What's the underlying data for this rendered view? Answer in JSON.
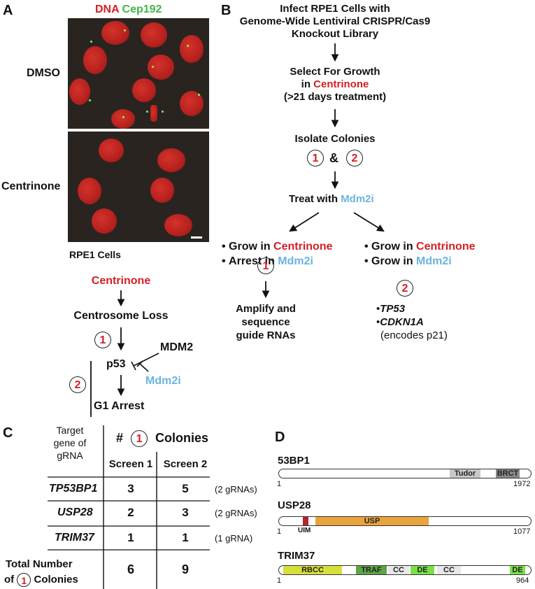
{
  "panel_a": {
    "letter": "A",
    "legend_dna": "DNA",
    "legend_cep192": "Cep192",
    "row_dmso": "DMSO",
    "row_centrinone": "Centrinone",
    "caption": "RPE1 Cells",
    "pathway": {
      "centrinone": "Centrinone",
      "centrosome_loss": "Centrosome Loss",
      "step1": "1",
      "p53": "p53",
      "mdm2": "MDM2",
      "mdm2i": "Mdm2i",
      "step2": "2",
      "g1_arrest": "G1 Arrest"
    }
  },
  "panel_b": {
    "letter": "B",
    "step_infect_1": "Infect RPE1 Cells with",
    "step_infect_2": "Genome-Wide Lentiviral CRISPR/Cas9",
    "step_infect_3": "Knockout Library",
    "step_select_1": "Select For Growth",
    "step_select_2a": "in ",
    "step_select_2b": "Centrinone",
    "step_select_3": "(>21 days treatment)",
    "step_isolate": "Isolate Colonies",
    "colony1": "1",
    "amp": "&",
    "colony2": "2",
    "treat_a": "Treat with ",
    "treat_b": "Mdm2i",
    "left_1a": "Grow in ",
    "left_1b": "Centrinone",
    "left_2a": "Arrest in ",
    "left_2b": "Mdm2i",
    "left_circle": "1",
    "left_out_1": "Amplify and",
    "left_out_2": "sequence",
    "left_out_3": "guide RNAs",
    "right_1a": "Grow in ",
    "right_1b": "Centrinone",
    "right_2a": "Grow in ",
    "right_2b": "Mdm2i",
    "right_circle": "2",
    "gene1": "TP53",
    "gene2": "CDKN1A",
    "gene2_note": "(encodes p21)"
  },
  "panel_c": {
    "letter": "C",
    "target_header": [
      "Target",
      "gene of",
      "gRNA"
    ],
    "hash": "#",
    "circle": "1",
    "colonies": "Colonies",
    "screen1": "Screen 1",
    "screen2": "Screen 2",
    "rows": [
      {
        "gene": "TP53BP1",
        "s1": "3",
        "s2": "5",
        "note": "(2 gRNAs)"
      },
      {
        "gene": "USP28",
        "s1": "2",
        "s2": "3",
        "note": "(2 gRNAs)"
      },
      {
        "gene": "TRIM37",
        "s1": "1",
        "s2": "1",
        "note": "(1 gRNA)"
      }
    ],
    "total_1": "Total Number",
    "total_2a": "of ",
    "total_circle": "1",
    "total_2b": " Colonies",
    "total_s1": "6",
    "total_s2": "9"
  },
  "panel_d": {
    "letter": "D",
    "proteins": [
      {
        "name": "53BP1",
        "start": "1",
        "end": "1972",
        "domains": [
          "Tudor",
          "BRCT"
        ]
      },
      {
        "name": "USP28",
        "start": "1",
        "end": "1077",
        "domains": [
          "UIM",
          "USP"
        ]
      },
      {
        "name": "TRIM37",
        "start": "1",
        "end": "964",
        "domains": [
          "RBCC",
          "TRAF",
          "CC",
          "DE",
          "CC",
          "DE"
        ]
      }
    ]
  },
  "colors": {
    "red": "#d21f25",
    "green": "#44b549",
    "blue": "#6ab4df",
    "tudor": "#c8c8c8",
    "brct": "#8a8a8a",
    "uim": "#b3242f",
    "usp": "#eaa43c",
    "rbcc": "#d7df3a",
    "traf": "#5da545",
    "de": "#7be04a",
    "cc": "#e8e8e8"
  }
}
